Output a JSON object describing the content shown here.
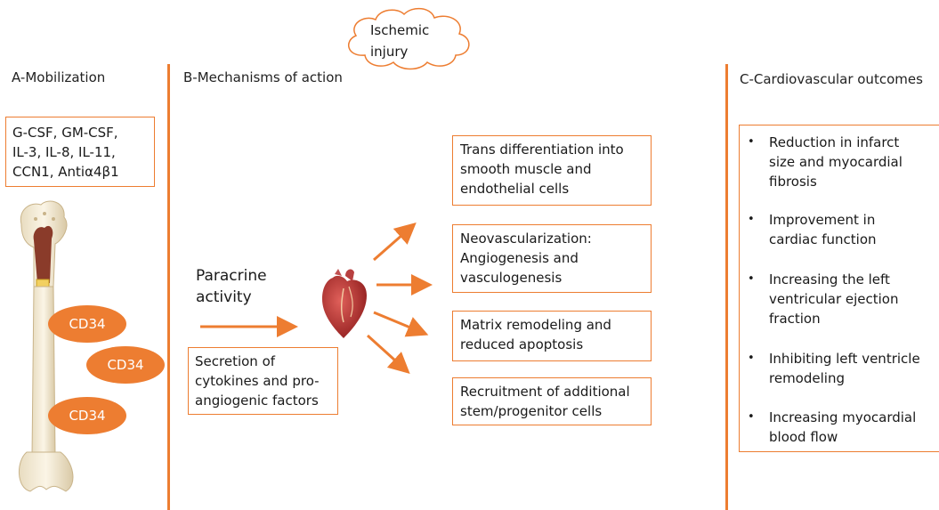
{
  "cloud": {
    "lines": [
      "Ischemic",
      "injury"
    ]
  },
  "sections": {
    "a_title": "A-Mobilization",
    "b_title": "B-Mechanisms of action",
    "c_title": "C-Cardiovascular outcomes"
  },
  "mobilization_factors": [
    "G-CSF, GM-CSF,",
    "IL-3, IL-8, IL-11,",
    "CCN1, Antiα4β1"
  ],
  "cd34_labels": [
    "CD34",
    "CD34",
    "CD34"
  ],
  "paracrine": {
    "lines": [
      "Paracrine",
      "activity"
    ]
  },
  "secretion": {
    "lines": [
      "Secretion of",
      "cytokines and pro-",
      "angiogenic factors"
    ]
  },
  "mechanisms": [
    {
      "lines": [
        "Trans differentiation into",
        "smooth muscle and",
        "endothelial cells"
      ]
    },
    {
      "lines": [
        "Neovascularization:",
        "Angiogenesis and",
        "vasculogenesis"
      ]
    },
    {
      "lines": [
        "Matrix remodeling and",
        "reduced apoptosis"
      ]
    },
    {
      "lines": [
        "Recruitment of additional",
        "stem/progenitor cells"
      ]
    }
  ],
  "outcomes": [
    {
      "lines": [
        "Reduction in infarct",
        "size and myocardial",
        "fibrosis"
      ]
    },
    {
      "lines": [
        "Improvement in",
        "cardiac function"
      ]
    },
    {
      "lines": [
        "Increasing the left",
        "ventricular ejection",
        "fraction"
      ]
    },
    {
      "lines": [
        "Inhibiting left ventricle",
        "remodeling"
      ]
    },
    {
      "lines": [
        "Increasing myocardial",
        "blood flow"
      ]
    }
  ],
  "bullet_char": "•",
  "colors": {
    "accent": "#ed7d31",
    "heart": "#c0392b"
  },
  "icons": {
    "bone": "femur-bone-icon",
    "heart": "human-heart-icon",
    "cloud": "cloud-icon"
  }
}
